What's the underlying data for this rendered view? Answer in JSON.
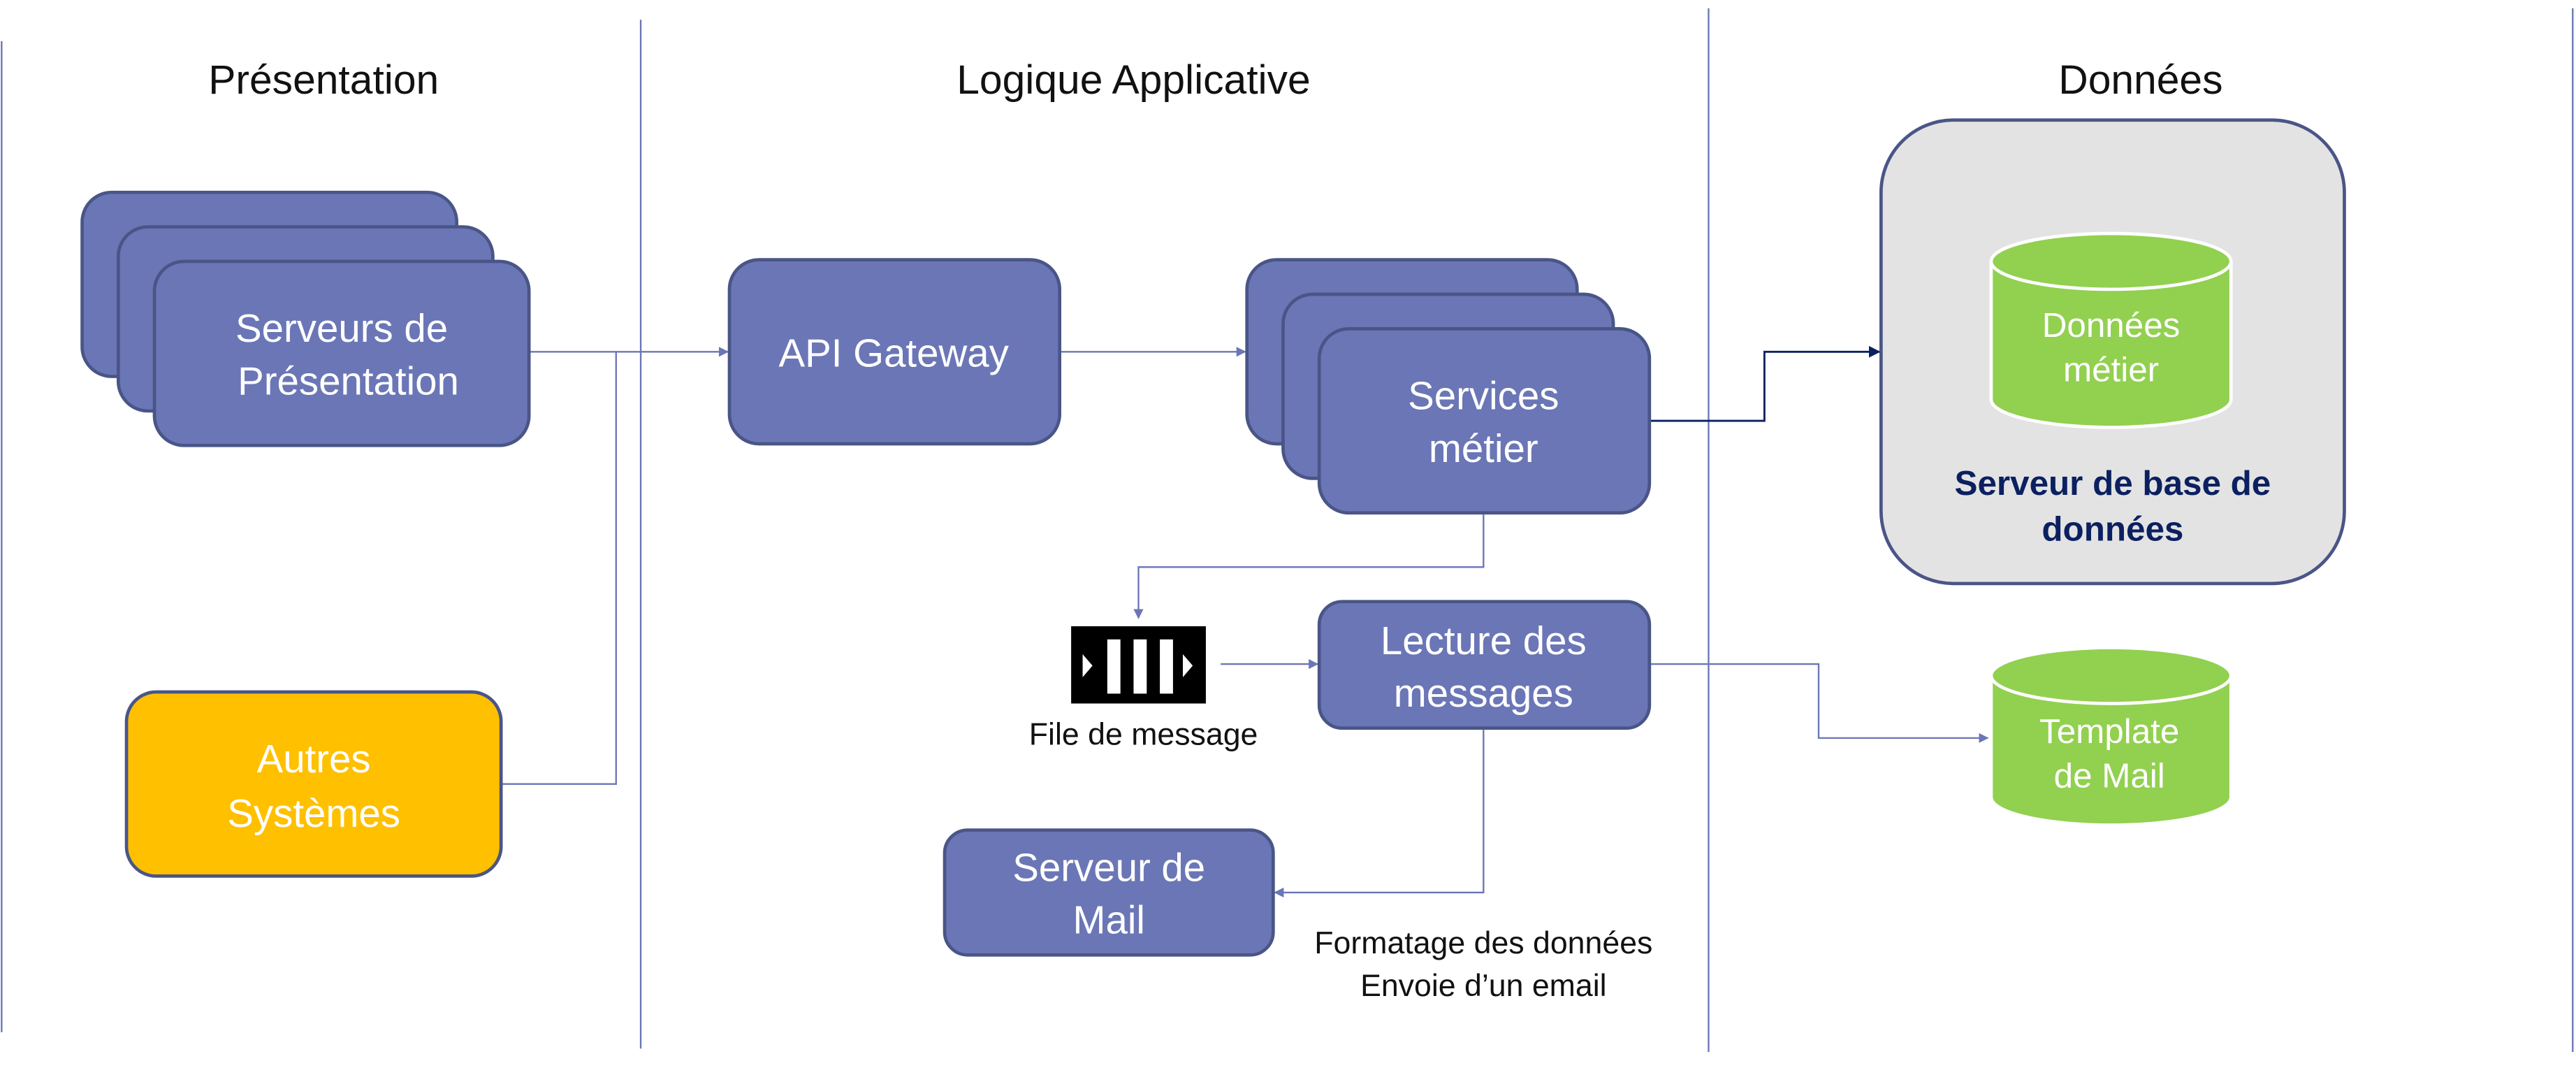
{
  "columns": {
    "presentation": "Présentation",
    "logic": "Logique Applicative",
    "data": "Données"
  },
  "nodes": {
    "presentation_servers": [
      "Serveurs de",
      "Présentation"
    ],
    "other_systems": [
      "Autres",
      "Systèmes"
    ],
    "api_gateway": [
      "API Gateway"
    ],
    "business_services": [
      "Services",
      "métier"
    ],
    "message_reader": [
      "Lecture des",
      "messages"
    ],
    "mail_server": [
      "Serveur de",
      "Mail"
    ],
    "business_data": [
      "Données",
      "métier"
    ],
    "db_server": [
      "Serveur de base de",
      "données"
    ],
    "mail_template": [
      "Template",
      "de Mail"
    ]
  },
  "labels": {
    "message_queue": "File de message",
    "formatting_1": "Formatage des données",
    "formatting_2": "Envoie d’un email"
  },
  "colors": {
    "box_fill": "#6b76b6",
    "box_stroke": "#4a5587",
    "other_fill": "#ffc000",
    "db_fill": "#92d050",
    "server_fill": "#e3e3e3",
    "line": "#6b76b6",
    "dark_line": "#0b2060"
  }
}
